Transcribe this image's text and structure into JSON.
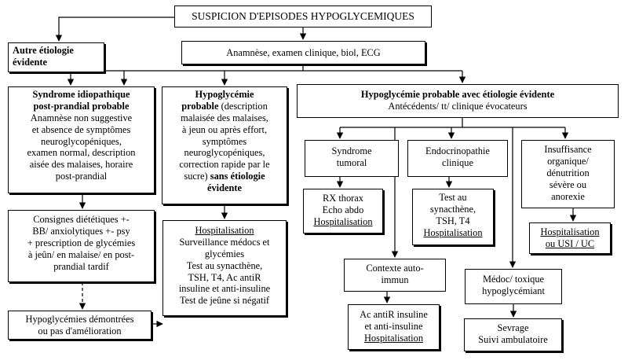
{
  "title": "SUSPICION D'EPISODES HYPOGLYCEMIQUES",
  "assessment": "Anamnèse, examen clinique, biol, ECG",
  "autre_etiologie": [
    "Autre étiologie",
    "évidente"
  ],
  "idiopathic": {
    "title_lines": [
      "Syndrome idiopathique",
      "post-prandial probable"
    ],
    "text_lines": [
      "Anamnèse non suggestive",
      "et absence de symptômes",
      "neuroglycopéniques,",
      "examen normal, description",
      "aisée des malaises, horaire",
      "post-prandial"
    ]
  },
  "idiopathic_actions": [
    "Consignes diététiques +-",
    "BB/ anxiolytiques +- psy",
    "+ prescription de glycémies",
    "à jeûn/ en malaise/ en post-",
    "prandial tardif"
  ],
  "demonstrated": [
    "Hypoglycémies démontrées",
    "ou pas d'amélioration"
  ],
  "probable": {
    "title_line1": "Hypoglycémie",
    "title_bold2": "probable",
    "title_rest2": " (description",
    "text_lines": [
      "malaisée des malaises,",
      "à jeun ou après effort,",
      "symptômes",
      "neuroglycopéniques,",
      "correction rapide par le"
    ],
    "last_plain": "sucre) ",
    "last_bold": "sans étiologie",
    "final_bold": "évidente"
  },
  "hospitalisation_box": {
    "title": "Hospitalisation",
    "lines": [
      "Surveillance médocs et",
      "glycémies",
      "Test au synacthène,",
      "TSH, T4, Ac antiR",
      "insuline et anti-insuline",
      "Test de jeûne si négatif"
    ]
  },
  "evident": {
    "title": "Hypoglycémie probable avec étiologie évidente",
    "subtitle": "Antécédents/ tt/ clinique évocateurs"
  },
  "tumoral": {
    "lines": [
      "Syndrome",
      "tumoral"
    ]
  },
  "tumoral_tests": {
    "lines": [
      "RX thorax",
      "Echo abdo"
    ],
    "action": "Hospitalisation"
  },
  "endocrino": {
    "lines": [
      "Endocrinopathie",
      "clinique"
    ]
  },
  "endocrino_tests": {
    "lines": [
      "Test au",
      "synacthène,",
      "TSH, T4"
    ],
    "action": "Hospitalisation"
  },
  "insuffisance": {
    "lines": [
      "Insuffisance",
      "organique/",
      "dénutrition",
      "sévère ou",
      "anorexie"
    ]
  },
  "insuffisance_action": {
    "lines": [
      "Hospitalisation",
      "ou USI / UC"
    ]
  },
  "contexte": {
    "lines": [
      "Contexte auto-",
      "immun"
    ]
  },
  "contexte_tests": {
    "lines": [
      "Ac antiR insuline",
      "et anti-insuline"
    ],
    "action": "Hospitalisation"
  },
  "medoc": {
    "lines": [
      "Médoc/ toxique",
      "hypoglycémiant"
    ]
  },
  "sevrage": {
    "lines": [
      "Sevrage",
      "Suivi ambulatoire"
    ]
  }
}
